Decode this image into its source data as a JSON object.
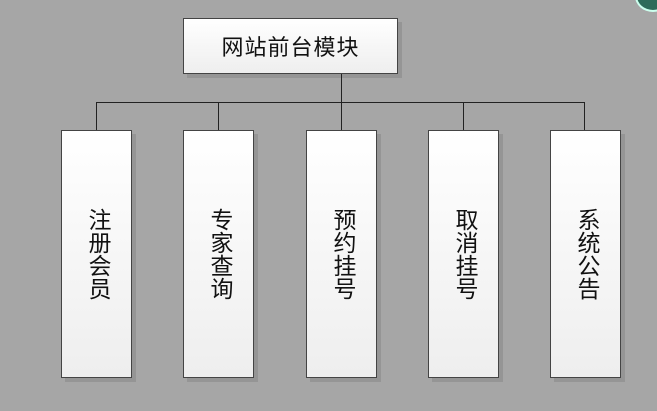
{
  "root": {
    "label": "网站前台模块"
  },
  "children": [
    {
      "label": "注册会员"
    },
    {
      "label": "专家查询"
    },
    {
      "label": "预约挂号"
    },
    {
      "label": "取消挂号"
    },
    {
      "label": "系统公告"
    }
  ]
}
